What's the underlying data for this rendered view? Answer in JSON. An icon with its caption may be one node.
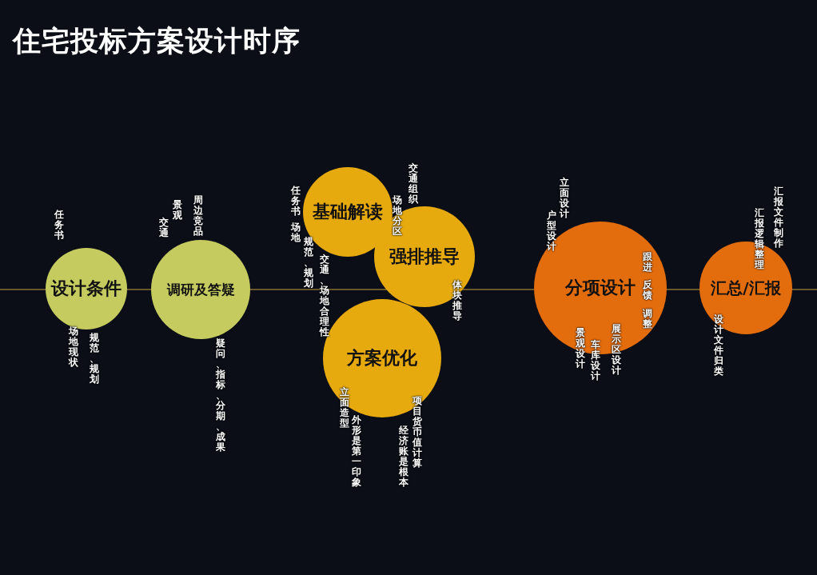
{
  "diagram": {
    "title": "住宅投标方案设计时序",
    "nodes": [
      {
        "text": [
          "设计条件"
        ],
        "beside": [
          "任务书",
          "场地现状",
          "规范、规划"
        ]
      },
      {
        "text": [
          "调研及答疑"
        ],
        "beside": [
          "景观",
          "交通",
          "周边竞品",
          "疑问、指标、分期、成果"
        ]
      },
      {
        "text": [
          "基础解读"
        ],
        "beside": [
          "任务书",
          "场地",
          "规范、规划"
        ]
      },
      {
        "text": [
          "场地分区",
          "强排推导",
          "体块推导"
        ],
        "beside": [
          "交通组织"
        ]
      },
      {
        "text": [
          "方案优化",
          "立面造型"
        ],
        "beside": [
          "交通、场地合理性",
          "外形是第一印象",
          "项目货币值计算",
          "经济账是根本"
        ]
      },
      {
        "text": [
          "分项设计",
          "户型设计",
          "跟进",
          "反馈",
          "调整",
          "景观设计",
          "展示区设计"
        ],
        "beside": [
          "立面设计",
          "车库设计"
        ]
      },
      {
        "text": [
          "汇总/汇报"
        ],
        "beside": [
          "汇报文件制作",
          "汇报逻辑整理",
          "设计文件归类"
        ]
      }
    ],
    "edges": []
  }
}
